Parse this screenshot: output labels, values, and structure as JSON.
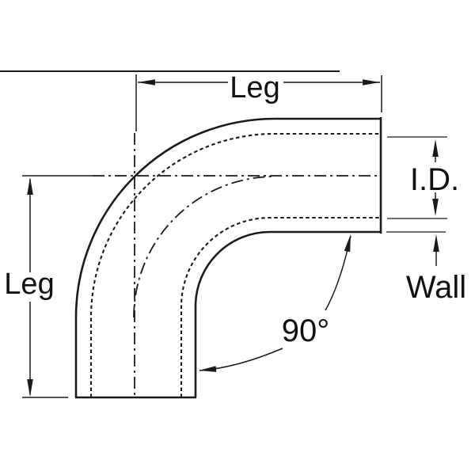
{
  "labels": {
    "leg_top": "Leg",
    "leg_left": "Leg",
    "inner_diameter": "I.D.",
    "wall": "Wall",
    "angle": "90°"
  },
  "colors": {
    "background": "#ffffff",
    "line": "#1a1a1a",
    "text": "#111111"
  }
}
